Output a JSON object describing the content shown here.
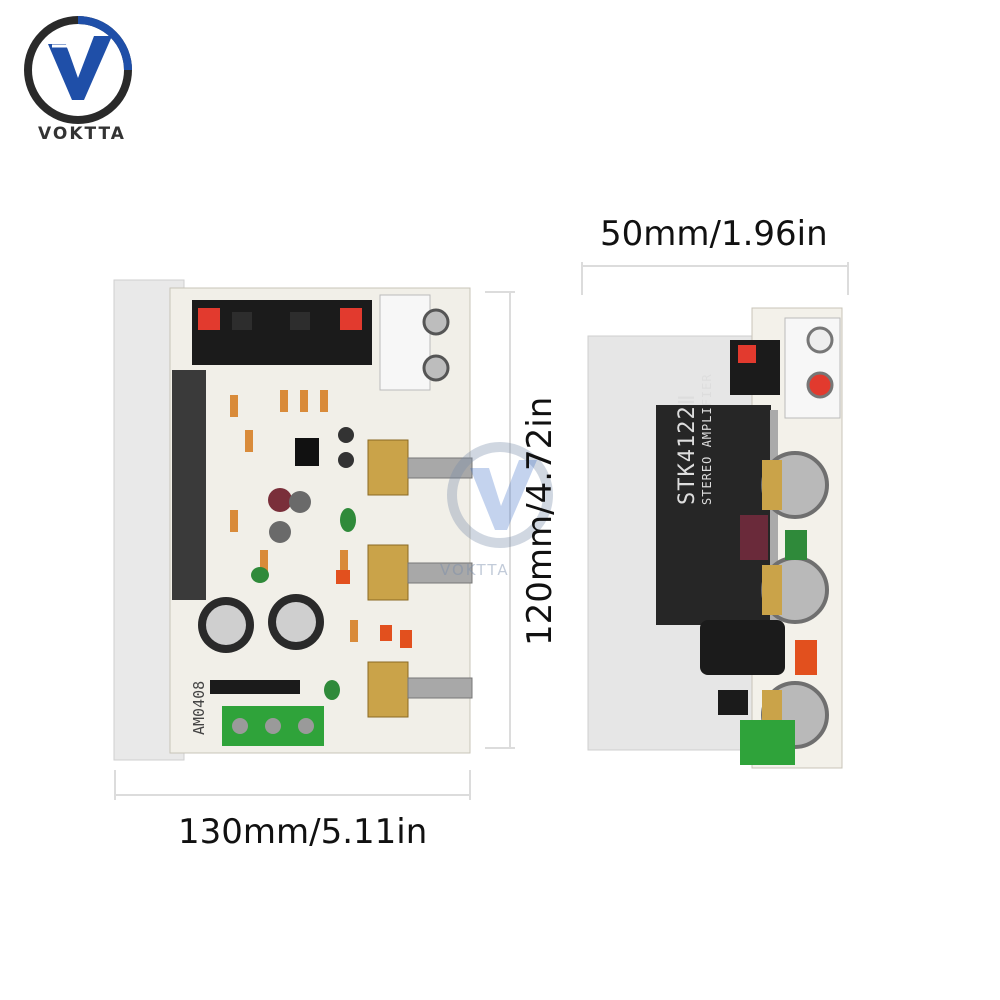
{
  "brand": {
    "name": "VOKTTA",
    "watermark": "VOKTTA",
    "primary_color": "#1f4fa8",
    "accent_color": "#2a2a2a"
  },
  "dimensions": {
    "width_label": "130mm/5.11in",
    "height_label": "120mm/4.72in",
    "depth_label": "50mm/1.96in"
  },
  "board": {
    "silkscreen": "AM0408",
    "chip_label": "STK4122Ⅱ",
    "chip_sub_label": "STEREO AMPLIFIER"
  }
}
